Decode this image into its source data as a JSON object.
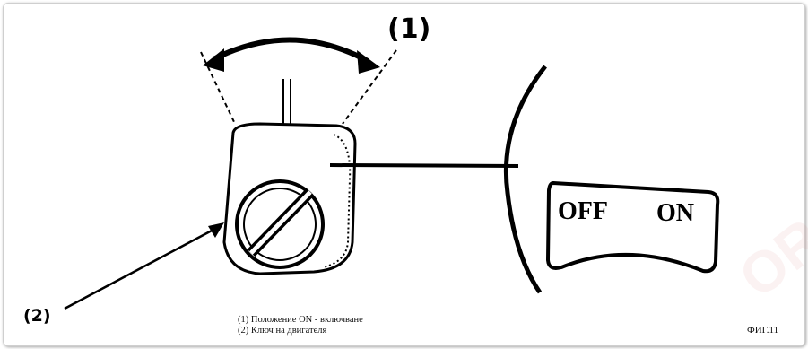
{
  "figure": {
    "callout_1": "(1)",
    "callout_2": "(2)",
    "plate_off": "OFF",
    "plate_on": "ON",
    "legend": [
      "(1) Положение ON - включване",
      "(2) Ключ на двигателя"
    ],
    "figure_label": "ФИГ.11"
  },
  "watermark_text": "OR"
}
